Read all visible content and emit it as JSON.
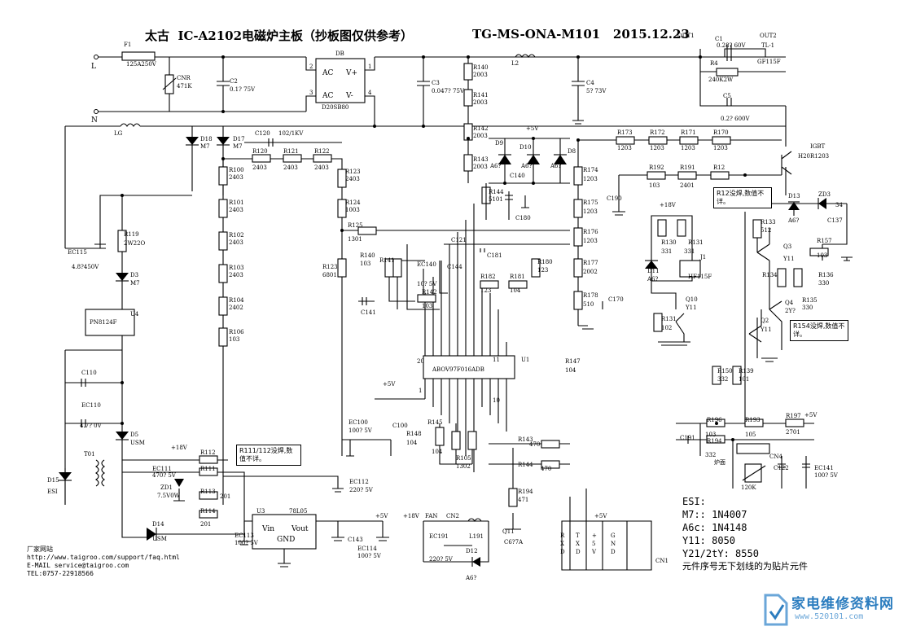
{
  "title": {
    "brand": "太古",
    "model": "IC-A2102电磁炉主板（抄板图仅供参考）",
    "code": "TG-MS-ONA-M101",
    "date": "2015.12.23"
  },
  "labels": {
    "F1": "F1",
    "F1_val": "125A250V",
    "L": "L",
    "N": "N",
    "CNR": "CNR",
    "CNR_val": "471K",
    "C2": "C2",
    "C2_val": "0.1? 75V",
    "DB": "DB",
    "DB_part": "D20SB80",
    "AC": "AC",
    "Vp": "V+",
    "Vm": "V-",
    "p1": "1",
    "p2": "2",
    "p3": "3",
    "p4": "4",
    "C3": "C3",
    "C3_val": "0.047? 75V",
    "R140t": "R140",
    "R140t_val": "2003",
    "R141t": "R141",
    "R141t_val": "2003",
    "R142t": "R142",
    "R142t_val": "2003",
    "R143t": "R143",
    "R143t_val": "2003",
    "L2": "L2",
    "C4": "C4",
    "C4_val": "5? 73V",
    "OUT1": "OUT1",
    "OUT2": "OUT2",
    "C1": "C1",
    "C1_val": "0.28? 60V",
    "R4": "R4",
    "R4_val": "240K2W",
    "C5": "C5",
    "C5_val": "0.2? 600V",
    "TL1": "TL-1",
    "GF": "GF115F",
    "LG": "LG",
    "D18": "D18",
    "D17": "D17",
    "M7": "M7",
    "C120": "C120",
    "C120_val": "102/1KV",
    "R120": "R120",
    "R121": "R121",
    "R122": "R122",
    "v2403": "2403",
    "D9": "D9",
    "D10": "D10",
    "D8": "D8",
    "A6": "A6?",
    "p5V": "+5V",
    "R173": "R173",
    "R172": "R172",
    "R171": "R171",
    "R170": "R170",
    "v1203": "1203",
    "IGBT": "IGBT",
    "IGBT_part": "H20R1203",
    "R100": "R100",
    "R101": "R101",
    "R102": "R102",
    "R103": "R103",
    "R104": "R104",
    "R106": "R106",
    "v2402": "2402",
    "v103": "103",
    "R123": "R123",
    "R124": "R124",
    "v1003": "1003",
    "C140": "C140",
    "C180": "C180",
    "R144": "R144",
    "v5101": "5101",
    "R174": "R174",
    "R175": "R175",
    "R176": "R176",
    "R177": "R177",
    "R178": "R178",
    "v1203b": "1203",
    "v2002": "2002",
    "v510": "510",
    "C190": "C190",
    "R192": "R192",
    "R191": "R191",
    "R12": "R12",
    "v2401": "2401",
    "D13": "D13",
    "ZD3": "ZD3",
    "v34": "34",
    "EC115": "EC115",
    "EC115_val": "4.8?450V",
    "R119": "R119",
    "R119_val": "2W22O",
    "R125": "R125",
    "v1301": "1301",
    "C121": "C121",
    "C181": "C181",
    "p18V": "+18V",
    "R130": "R130",
    "R131": "R131",
    "v331": "331",
    "J1": "J1",
    "D11": "D11",
    "HF115F": "HF115F",
    "R133": "R133",
    "v512": "512",
    "Q3": "Q3",
    "Y11": "Y11",
    "C137": "C137",
    "R157": "R157",
    "D3": "D3",
    "R140m": "R140",
    "R141m": "R141",
    "EC140": "EC140",
    "EC140_val": "10? 5V",
    "C144": "C144",
    "R142m": "R142",
    "R182": "R182",
    "v123": "123",
    "R181": "R181",
    "v104": "104",
    "R180": "R180",
    "R123b": "R123",
    "v6801": "6801",
    "R134": "R134",
    "R136": "R136",
    "v330": "330",
    "R135": "R135",
    "Q4": "Q4",
    "Y21": "2Y?",
    "C170": "C170",
    "Q10": "Q10",
    "R131b": "R131",
    "v102": "102",
    "C141": "C141",
    "U4": "U4",
    "U4_part": "PN8124F",
    "Q2": "Q2",
    "U1": "U1",
    "U1_part": "ABOV97F016ADB",
    "pin20": "20",
    "pin1": "1",
    "pin10": "10",
    "pin11": "11",
    "R147": "R147",
    "C110": "C110",
    "EC110": "EC110",
    "EC110_val": "4.7? 0V",
    "D5": "D5",
    "USM": "USM",
    "R150": "R150",
    "v332": "332",
    "R139": "R139",
    "v101": "101",
    "EC100": "EC100",
    "EC100_val": "100? 5V",
    "C100": "C100",
    "R148": "R148",
    "R145": "R145",
    "R105": "R105",
    "v1302": "1302",
    "R197": "R197",
    "v2701": "2701",
    "R196": "R196",
    "R193": "R193",
    "v105": "105",
    "C191": "C191",
    "R194b": "R194",
    "v103b": "103",
    "T01": "T01",
    "D15": "D15",
    "ESI": "ESI",
    "R112": "R112",
    "R111": "R111",
    "EC111": "EC111",
    "EC111_val": "470? 5V",
    "ZD1": "ZD1",
    "ZD1_val": "7.5V0W",
    "R143b": "R143",
    "R144b": "R144",
    "v470": "470",
    "CN4": "CN4",
    "C122": "C122",
    "EC141": "EC141",
    "EC141_val": "100? 5V",
    "panel": "炉面",
    "v120K": "120K",
    "v201": "201",
    "EC112": "EC112",
    "EC112_val": "220? 5V",
    "R194": "R194",
    "v471": "471",
    "R113": "R113",
    "R114": "R114",
    "D14": "D14",
    "EC113": "EC113",
    "EC113_val": "100? 5V",
    "U3": "U3",
    "U3_part": "78L05",
    "Vin": "Vin",
    "Vout": "Vout",
    "GND": "GND",
    "C143": "C143",
    "EC114": "EC114",
    "EC114_val": "100? 5V",
    "FAN": "FAN",
    "CN2": "CN2",
    "EC191": "EC191",
    "EC191_val": "220? 5V",
    "L191": "L191",
    "D12": "D12",
    "Q11": "Q11",
    "Q11_part": "C6?7A",
    "CN1": "CN1",
    "cn1_pins": [
      "R\nX\nD",
      "T\nX\nD",
      "+\n5\nV",
      "G\nN\nD"
    ]
  },
  "notes": [
    "R12没焊,数值不详。",
    "R111/112没焊,数值不详。",
    "R154没焊,数值不详。"
  ],
  "legend": {
    "esi": "ESI:",
    "m7": "M7::  1N4007",
    "a6": "A6c:  1N4148",
    "y11": "Y11:  8050",
    "y21": "Y21/2tY:  8550",
    "footnote": "元件序号无下划线的为贴片元件"
  },
  "contact": {
    "line1": "厂家网站",
    "line2": "http://www.taigroo.com/support/faq.html",
    "line3": "E-MAIL service@taigroo.com",
    "line4": "TEL:0757-22918566"
  },
  "watermark": {
    "name": "家电维修资料网",
    "url": "www.520101.com"
  }
}
